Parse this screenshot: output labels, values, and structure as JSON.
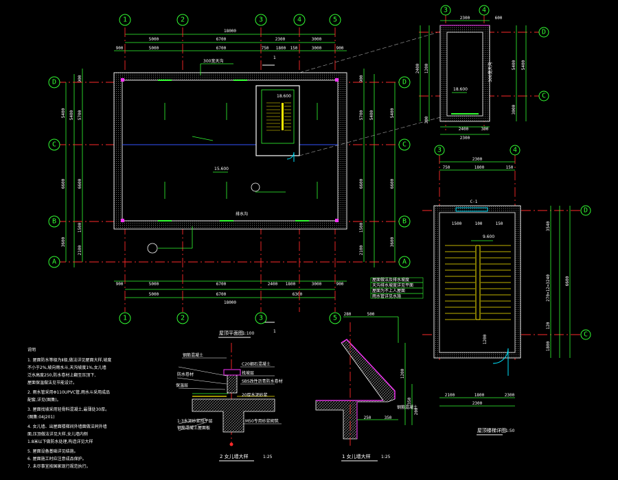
{
  "drawing": {
    "background": "#000000",
    "colors": {
      "grid": "#33ff33",
      "axis": "#ff2a2a",
      "wall": "#ffffff",
      "accent": "#ff33ff",
      "window": "#00e5ff",
      "stair": "#ffee00"
    }
  },
  "roof_plan": {
    "axes_x": [
      "1",
      "2",
      "3",
      "4",
      "5"
    ],
    "axes_y": [
      "D",
      "C",
      "B",
      "A"
    ],
    "dims_top_total": "18000",
    "dims_top_row2": [
      "5000",
      "6700",
      "2300",
      "3000"
    ],
    "dims_top_row3": [
      "900",
      "5000",
      "6700",
      "750",
      "1800",
      "150",
      "3000",
      "900"
    ],
    "dims_bottom_row1": [
      "900",
      "5000",
      "6700",
      "2400",
      "1800",
      "3000",
      "900"
    ],
    "dims_bottom_row2": [
      "5000",
      "6700",
      "6300"
    ],
    "dims_bottom_total": "18000",
    "dims_left": [
      "5400",
      "6600",
      "3600"
    ],
    "dims_left_inner": [
      "900",
      "5400",
      "5700",
      "6600",
      "1500",
      "2100"
    ],
    "dims_right": [
      "5400",
      "6600",
      "3600"
    ],
    "dims_right_inner": [
      "900",
      "5400",
      "5700",
      "6600",
      "1500",
      "2100"
    ],
    "note_top": "300宽天沟",
    "section_mark": "1",
    "elev_main": "15.600",
    "elev_stair": "18.600",
    "drain_label": "排水沟",
    "title": "屋顶平面图",
    "scale": "1:100"
  },
  "detail_top_right": {
    "axes": [
      "3",
      "4",
      "D",
      "C"
    ],
    "dims_top": [
      "2300",
      "600"
    ],
    "dims_bottom": [
      "2400",
      "300",
      "2300"
    ],
    "dims_side": [
      "2400",
      "5400",
      "3000",
      "300",
      "1200"
    ],
    "elev": "18.600",
    "note": "300宽天沟"
  },
  "stair_plan": {
    "axes": [
      "3",
      "4",
      "D",
      "C"
    ],
    "dims_top": [
      "750",
      "1800",
      "150",
      "2300"
    ],
    "dims_top2": [
      "1500",
      "100",
      "150"
    ],
    "dims_right": [
      "3540",
      "270×12=3240",
      "6600",
      "120",
      "1800"
    ],
    "dims_bottom": [
      "2100",
      "1800",
      "2300"
    ],
    "elev": "9.600",
    "label_top": "C-1",
    "side_dim": "1200",
    "title": "屋顶楼梯详图",
    "scale": "1:50"
  },
  "legend": {
    "rows": [
      "屋面做法及排水坡度",
      "天沟排水坡度详见平面",
      "屋面为不上人屋面",
      "雨水管详见水施"
    ]
  },
  "notes": {
    "heading": "说明",
    "items": [
      "1. 屋面防水等级为Ⅱ级,做法详见屋面大样,坡度",
      "   不小于2%,坡向雨水斗,天沟坡度1%,女儿墙",
      "   泛水高度250,防水卷材上翻至压顶下,",
      "   屋面保温做法见节能设计。",
      "2. 雨水管采用Φ110UPVC管,雨水斗采用成品",
      "   配套,详见(图集)。",
      "3. 屋面找坡采用轻骨料混凝土,最薄处30厚。",
      "   (图集:04J201)",
      "4. 女儿墙、出屋面楼梯间外墙面做法同外墙",
      "   面,压顶做法详见大样,女儿墙内侧",
      "   1.8米以下做防水处理,构造详见大样",
      "5. 屋面设备基础详见结施。",
      "6. 屋面施工时应注意成品保护。",
      "7. 未尽事宜按国家现行规范执行。"
    ]
  },
  "detail_2": {
    "labels": [
      "钢筋混凝土",
      "C20细石混凝土",
      "防水卷材",
      "保温层",
      "找坡层",
      "SBS改性沥青防水卷材",
      "20厚水泥砂浆",
      "1:3水泥砂浆找平层",
      "钢筋混凝土屋面板",
      "M50专用砂浆砌筑"
    ],
    "title": "2 女儿墙大样",
    "scale": "1:25"
  },
  "detail_1": {
    "dims": [
      "280",
      "500",
      "1200",
      "350",
      "250",
      "350",
      "200"
    ],
    "note": "钢筋混凝土",
    "title": "1 女儿墙大样",
    "scale": "1:25"
  }
}
